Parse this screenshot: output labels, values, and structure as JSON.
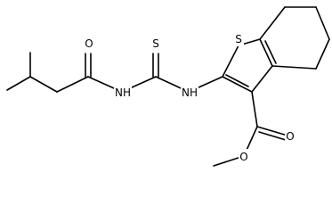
{
  "molecule": {
    "atom_labels": {
      "O_ketone": "O",
      "NH_amide": "NH",
      "S_thione": "S",
      "NH_thiophene": "NH",
      "S_ring": "S",
      "O_carbonyl": "O",
      "O_ester": "O"
    }
  },
  "colors": {
    "bond": "#000000",
    "text": "#000000",
    "background": "#ffffff"
  }
}
